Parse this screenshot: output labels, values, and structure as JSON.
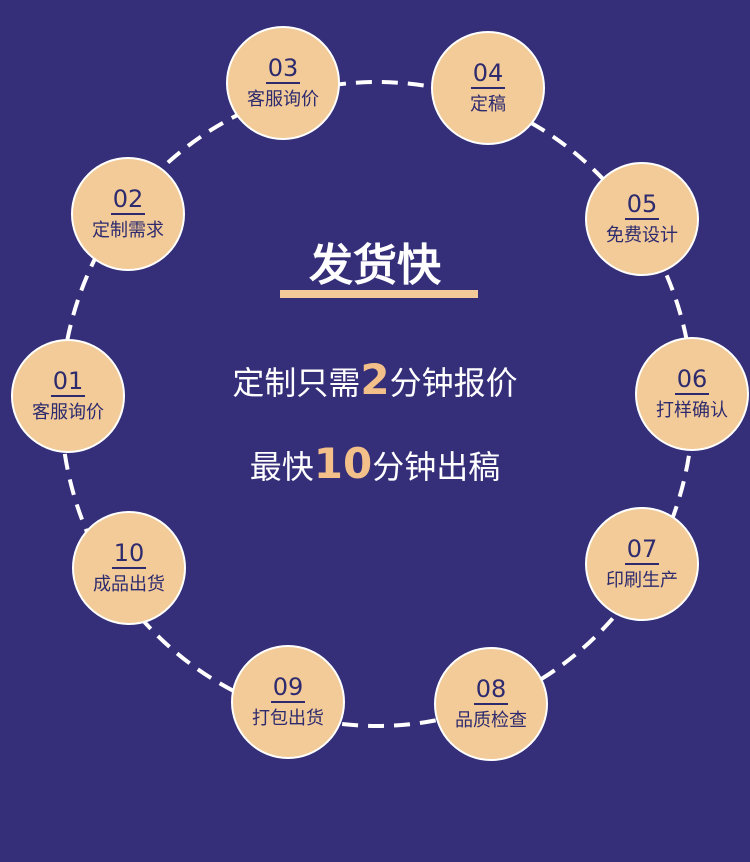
{
  "headline": "发货快",
  "line1": {
    "before": "定制只需",
    "highlight": "2",
    "after": "分钟报价"
  },
  "line2": {
    "before": "最快",
    "highlight": "10",
    "after": "分钟出稿"
  },
  "steps": [
    {
      "num": "01",
      "label": "客服询价"
    },
    {
      "num": "02",
      "label": "定制需求"
    },
    {
      "num": "03",
      "label": "客服询价"
    },
    {
      "num": "04",
      "label": "定稿"
    },
    {
      "num": "05",
      "label": "免费设计"
    },
    {
      "num": "06",
      "label": "打样确认"
    },
    {
      "num": "07",
      "label": "印刷生产"
    },
    {
      "num": "08",
      "label": "品质检查"
    },
    {
      "num": "09",
      "label": "打包出货"
    },
    {
      "num": "10",
      "label": "成品出货"
    }
  ],
  "colors": {
    "background": "#352e79",
    "circle_fill": "#f2cb98",
    "highlight": "#f2c088",
    "text_dark": "#2e2a6e"
  }
}
